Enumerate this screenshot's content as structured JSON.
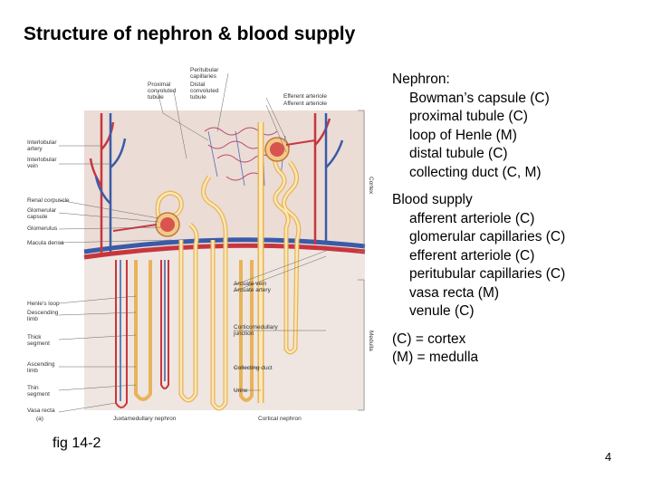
{
  "title": "Structure of nephron & blood supply",
  "figure": {
    "caption": "fig 14-2",
    "labels": {
      "peritubular_capillaries": [
        "Peritubular",
        "capillaries"
      ],
      "proximal_convoluted_tubule": [
        "Proximal",
        "convoluted",
        "tubule"
      ],
      "distal_convoluted_tubule": [
        "Distal",
        "convoluted",
        "tubule"
      ],
      "efferent_arteriole": "Efferent arteriole",
      "afferent_arteriole": "Afferent arteriole",
      "interlobular_artery": [
        "Interlobular",
        "artery"
      ],
      "interlobular_vein": [
        "Interlobular",
        "vein"
      ],
      "renal_corpuscle": "Renal corpuscle",
      "glomerular_capsule": [
        "Glomerular",
        "capsule"
      ],
      "glomerulus": "Glomerulus",
      "macula_densa": "Macula densa",
      "arcuate_vein": "Arcuate vein",
      "arcuate_artery": "Arcuate artery",
      "henles_loop": "Henle's loop",
      "descending_limb": [
        "Descending",
        "limb"
      ],
      "thick_segment": [
        "Thick",
        "segment"
      ],
      "ascending_limb": [
        "Ascending",
        "limb"
      ],
      "thin_segment": [
        "Thin",
        "segment"
      ],
      "corticomedullary_junction": [
        "Corticomedullary",
        "junction"
      ],
      "collecting_duct": "Collecting duct",
      "urine": "Urine",
      "vasa_recta": "Vasa recta",
      "panel_letter": "(a)",
      "juxtamedullary_nephron": "Juxtamedullary nephron",
      "cortical_nephron": "Cortical nephron",
      "cortex_side": "Cortex",
      "medulla_side": "Medulla"
    }
  },
  "notes": {
    "nephron_heading": "Nephron:",
    "nephron_items": [
      "Bowman’s capsule (C)",
      "proximal tubule (C)",
      "loop of Henle (M)",
      "distal tubule (C)",
      "collecting duct (C, M)"
    ],
    "blood_heading": "Blood supply",
    "blood_items": [
      "afferent arteriole (C)",
      "glomerular capillaries (C)",
      "efferent arteriole (C)",
      "peritubular capillaries (C)",
      "vasa recta (M)",
      "venule (C)"
    ],
    "legend": [
      "(C) = cortex",
      "(M) = medulla"
    ]
  },
  "page_number": "4"
}
